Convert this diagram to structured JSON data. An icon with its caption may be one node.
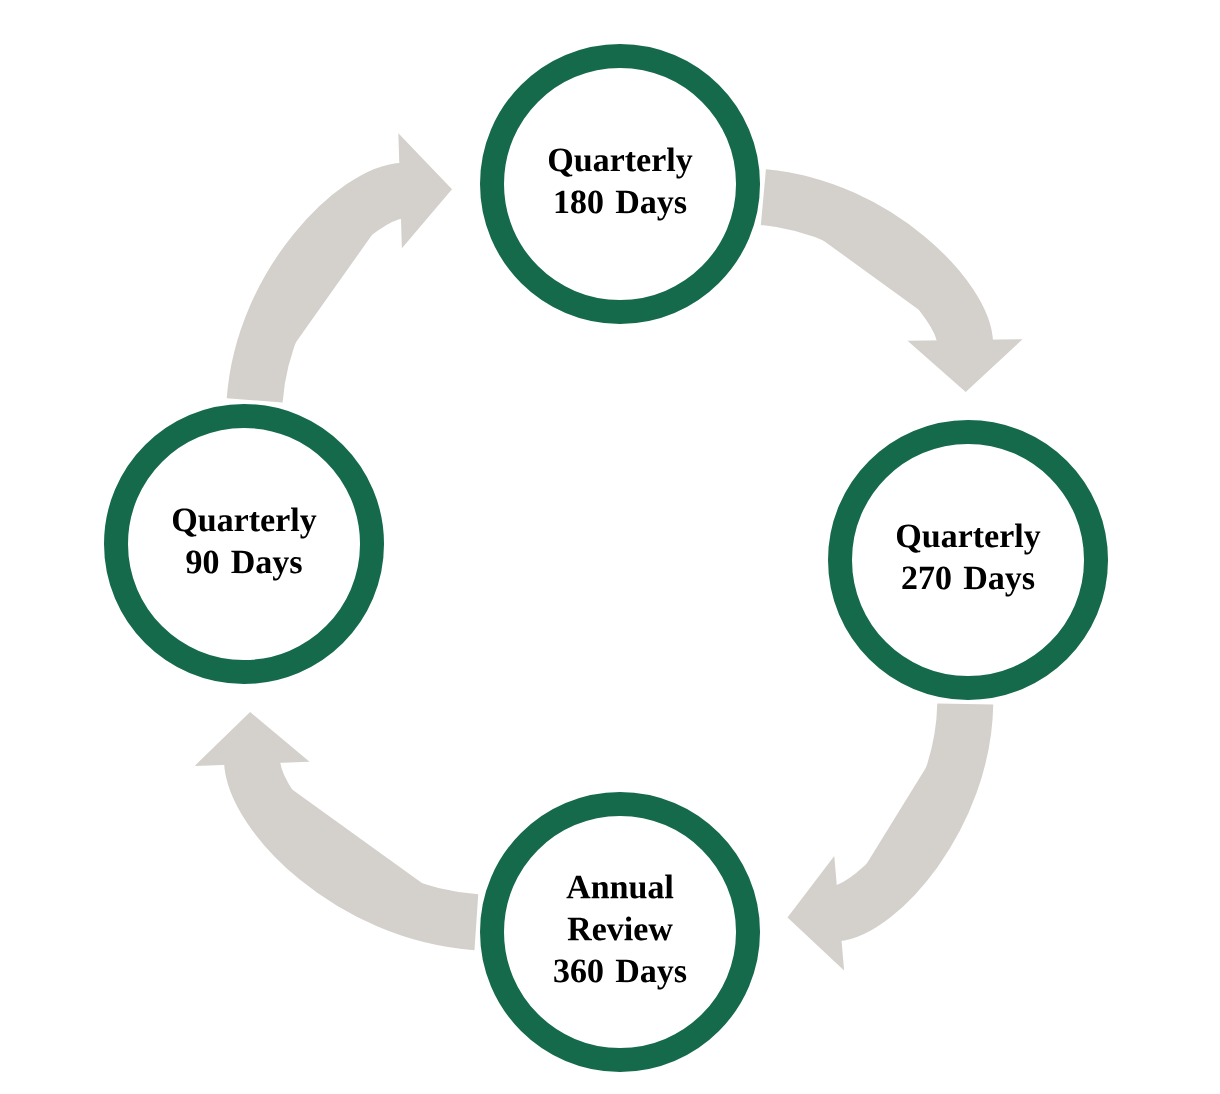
{
  "diagram": {
    "nodes": [
      {
        "text": [
          "Quarterly 180 Days"
        ]
      },
      {
        "text": [
          "Quarterly 90 Days"
        ]
      },
      {
        "text": [
          "Quarterly 270 Days"
        ]
      },
      {
        "text": [
          "Annual Review 360 Days"
        ]
      }
    ],
    "edges": [
      {
        "from": 0,
        "to": 2,
        "arrow": "to"
      },
      {
        "from": 2,
        "to": 3,
        "arrow": "to"
      },
      {
        "from": 3,
        "to": 1,
        "arrow": "to"
      },
      {
        "from": 1,
        "to": 0,
        "arrow": "to"
      }
    ]
  }
}
